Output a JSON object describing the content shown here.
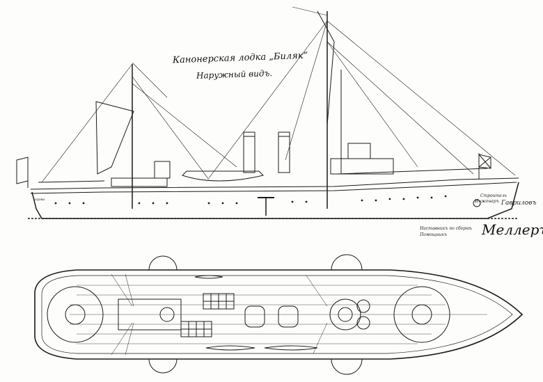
{
  "drawing": {
    "title_line1": "Канонерская лодка „Биляк“",
    "title_line2": "Наружный видъ.",
    "note_builder_label": "Строитель",
    "note_engineer_label": "Инженеръ",
    "note_builder_signature": "Гавриловъ",
    "note_approval_1": "Наставникъ по сборкѣ",
    "note_approval_2": "Помощникъ",
    "note_stern_mark": "корма",
    "signature": "Меллеръ"
  },
  "colors": {
    "ink": "#1a1a1a",
    "paper": "#fdfdfb"
  }
}
